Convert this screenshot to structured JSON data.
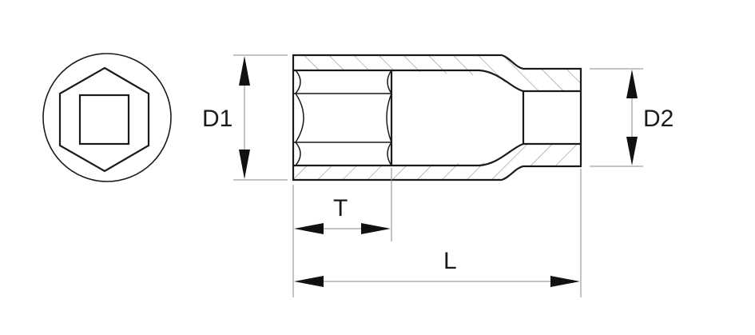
{
  "diagram": {
    "title": "Socket dimension drawing",
    "end_view": {
      "outer_shape": "circle",
      "middle_shape": "hexagon",
      "inner_shape": "square"
    },
    "section_view": {
      "hatch_pattern": "diagonal"
    },
    "dimensions": {
      "d1": {
        "label": "D1",
        "meaning": "outer diameter (drive end)"
      },
      "d2": {
        "label": "D2",
        "meaning": "outer diameter (nose end)"
      },
      "t": {
        "label": "T",
        "meaning": "hex depth"
      },
      "l": {
        "label": "L",
        "meaning": "overall length"
      }
    },
    "colors": {
      "line": "#1a1a1a",
      "dimension_line": "#8a8a8a",
      "hatch": "#6f6f6f",
      "background": "#ffffff"
    }
  }
}
